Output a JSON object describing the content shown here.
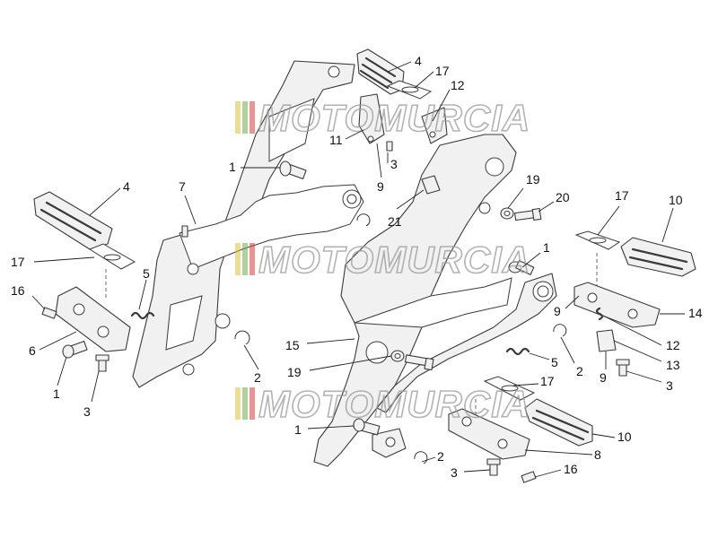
{
  "watermark": {
    "text": "MOTOMURCIA",
    "stripe_colors": [
      "#d9c440",
      "#6fae4a",
      "#d8413a"
    ]
  },
  "callouts": [
    {
      "id": "c4a",
      "label": "4"
    },
    {
      "id": "c17a",
      "label": "17"
    },
    {
      "id": "c12a",
      "label": "12"
    },
    {
      "id": "c11",
      "label": "11"
    },
    {
      "id": "c3a",
      "label": "3"
    },
    {
      "id": "c9a",
      "label": "9"
    },
    {
      "id": "c1a",
      "label": "1"
    },
    {
      "id": "c7",
      "label": "7"
    },
    {
      "id": "c4b",
      "label": "4"
    },
    {
      "id": "c17b",
      "label": "17"
    },
    {
      "id": "c5a",
      "label": "5"
    },
    {
      "id": "c16a",
      "label": "16"
    },
    {
      "id": "c6",
      "label": "6"
    },
    {
      "id": "c1b",
      "label": "1"
    },
    {
      "id": "c3b",
      "label": "3"
    },
    {
      "id": "c2a",
      "label": "2"
    },
    {
      "id": "c21",
      "label": "21"
    },
    {
      "id": "c19a",
      "label": "19"
    },
    {
      "id": "c20",
      "label": "20"
    },
    {
      "id": "c17c",
      "label": "17"
    },
    {
      "id": "c10a",
      "label": "10"
    },
    {
      "id": "c1c",
      "label": "1"
    },
    {
      "id": "c9b",
      "label": "9"
    },
    {
      "id": "c14",
      "label": "14"
    },
    {
      "id": "c12b",
      "label": "12"
    },
    {
      "id": "c13",
      "label": "13"
    },
    {
      "id": "c9c",
      "label": "9"
    },
    {
      "id": "c3c",
      "label": "3"
    },
    {
      "id": "c15",
      "label": "15"
    },
    {
      "id": "c19b",
      "label": "19"
    },
    {
      "id": "c5b",
      "label": "5"
    },
    {
      "id": "c2b",
      "label": "2"
    },
    {
      "id": "c17d",
      "label": "17"
    },
    {
      "id": "c1d",
      "label": "1"
    },
    {
      "id": "c10b",
      "label": "10"
    },
    {
      "id": "c2c",
      "label": "2"
    },
    {
      "id": "c8",
      "label": "8"
    },
    {
      "id": "c3d",
      "label": "3"
    },
    {
      "id": "c16b",
      "label": "16"
    }
  ]
}
